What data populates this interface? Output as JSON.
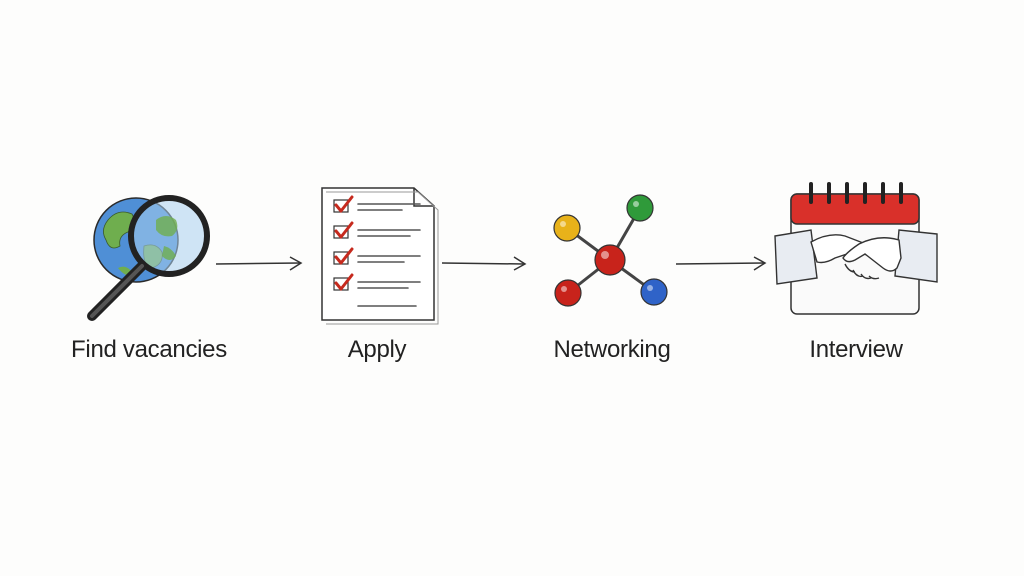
{
  "diagram": {
    "steps": [
      {
        "label": "Find vacancies",
        "icon": "globe-magnifier-icon"
      },
      {
        "label": "Apply",
        "icon": "checklist-document-icon"
      },
      {
        "label": "Networking",
        "icon": "network-nodes-icon"
      },
      {
        "label": "Interview",
        "icon": "calendar-handshake-icon"
      }
    ],
    "colors": {
      "ink": "#2a2a2a",
      "globe_ocean": "#4f8fd6",
      "globe_land": "#6fae4e",
      "check_red": "#c62a1e",
      "node_red": "#c8231b",
      "node_yellow": "#e8b21a",
      "node_green": "#2f9a3a",
      "node_blue": "#2f63c8",
      "calendar_red": "#d9302a"
    }
  }
}
